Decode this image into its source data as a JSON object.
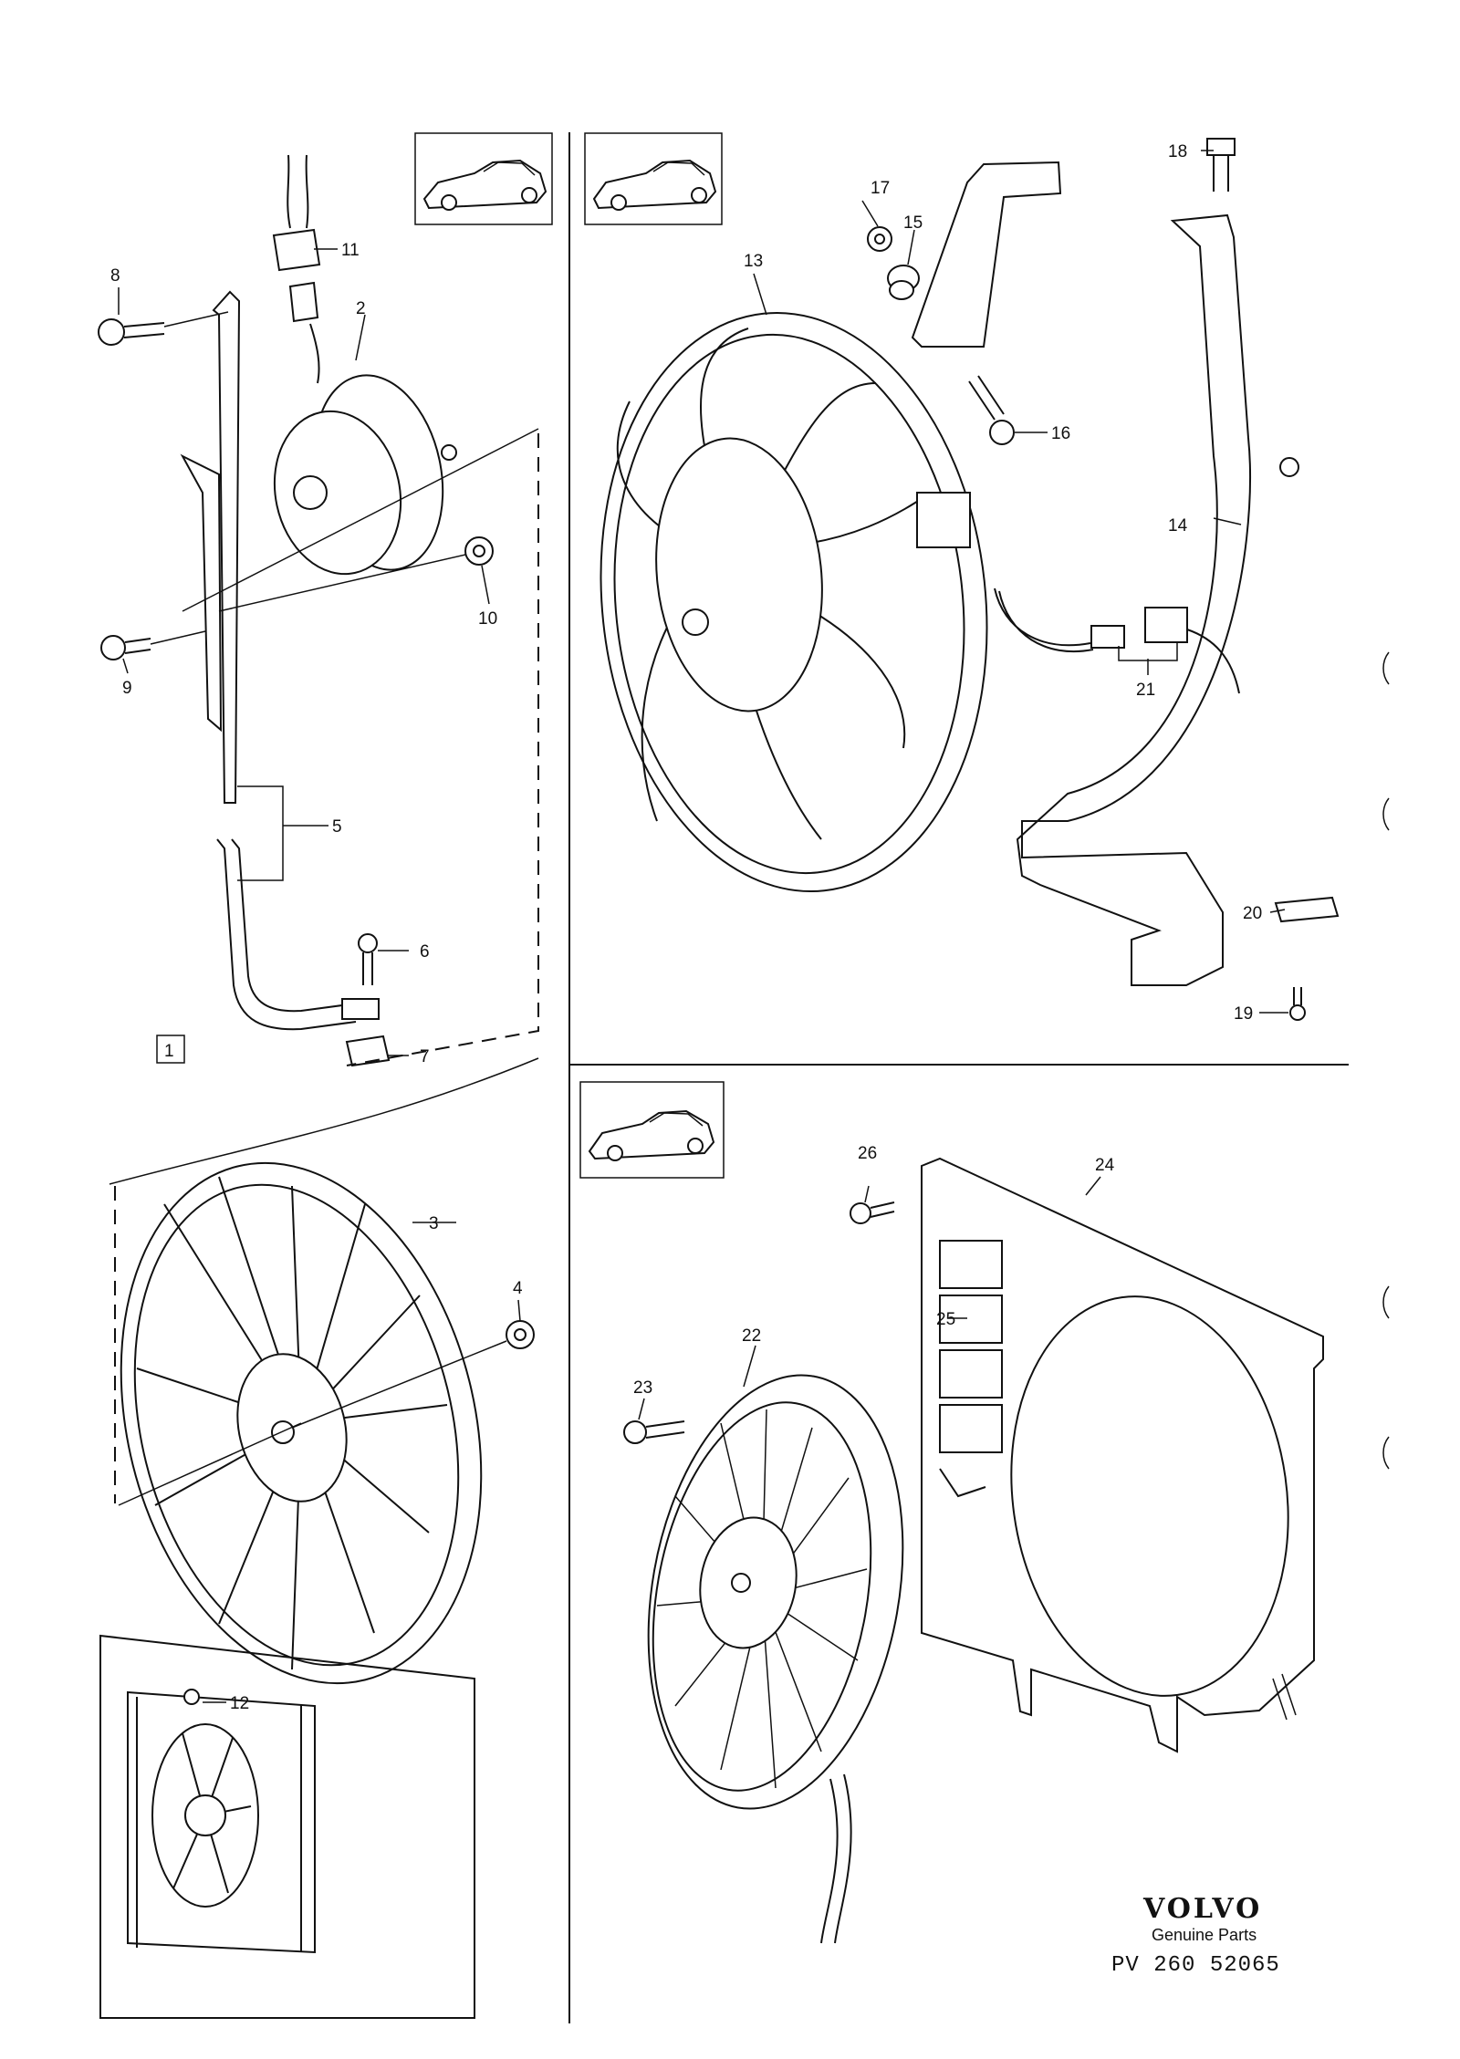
{
  "diagram": {
    "callouts": {
      "c1": "1",
      "c2": "2",
      "c3": "3",
      "c4": "4",
      "c5": "5",
      "c6": "6",
      "c7": "7",
      "c8": "8",
      "c9": "9",
      "c10": "10",
      "c11": "11",
      "c12": "12",
      "c13": "13",
      "c14": "14",
      "c15": "15",
      "c16": "16",
      "c17": "17",
      "c18": "18",
      "c19": "19",
      "c20": "20",
      "c21": "21",
      "c22": "22",
      "c23": "23",
      "c24": "24",
      "c25": "25",
      "c26": "26"
    },
    "footer": {
      "brand": "VOLVO",
      "tagline": "Genuine Parts",
      "reference": "PV 260 52065"
    }
  }
}
